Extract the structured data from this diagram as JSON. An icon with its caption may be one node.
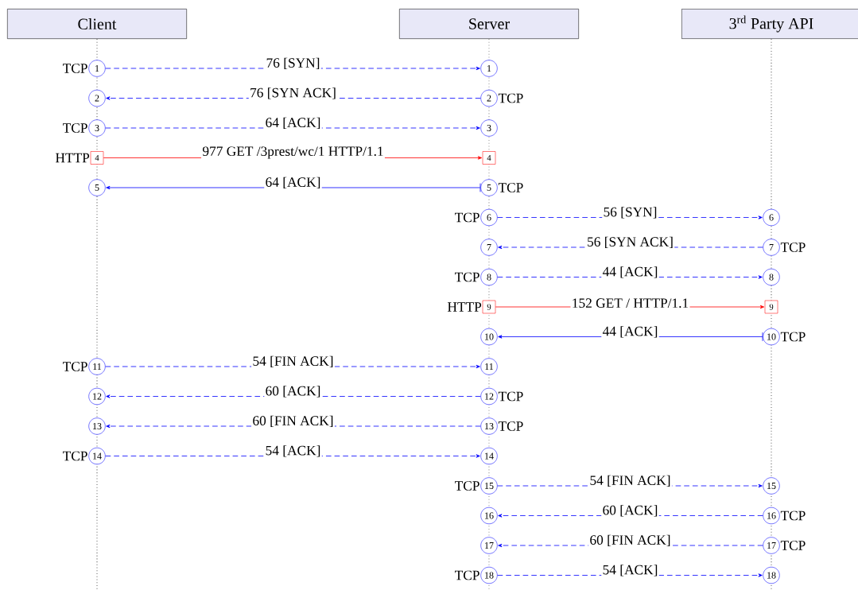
{
  "diagram": {
    "nodes": [
      {
        "text": [
          "Client"
        ]
      },
      {
        "text": [
          "Server"
        ]
      },
      {
        "text": [
          "3$^{rd}$ Party API"
        ]
      },
      {
        "text": [
          "1"
        ],
        "beside": [
          "TCP"
        ]
      },
      {
        "text": [
          "1"
        ]
      },
      {
        "text": [
          "2"
        ]
      },
      {
        "text": [
          "2"
        ],
        "beside": [
          "TCP"
        ]
      },
      {
        "text": [
          "3"
        ],
        "beside": [
          "TCP"
        ]
      },
      {
        "text": [
          "3"
        ]
      },
      {
        "text": [
          "4"
        ],
        "beside": [
          "HTTP"
        ]
      },
      {
        "text": [
          "4"
        ]
      },
      {
        "text": [
          "5"
        ]
      },
      {
        "text": [
          "5"
        ],
        "beside": [
          "TCP"
        ]
      },
      {
        "text": [
          "6"
        ],
        "beside": [
          "TCP"
        ]
      },
      {
        "text": [
          "6"
        ]
      },
      {
        "text": [
          "7"
        ]
      },
      {
        "text": [
          "7"
        ],
        "beside": [
          "TCP"
        ]
      },
      {
        "text": [
          "8"
        ],
        "beside": [
          "TCP"
        ]
      },
      {
        "text": [
          "8"
        ]
      },
      {
        "text": [
          "9"
        ],
        "beside": [
          "HTTP"
        ]
      },
      {
        "text": [
          "9"
        ]
      },
      {
        "text": [
          "10"
        ]
      },
      {
        "text": [
          "10"
        ],
        "beside": [
          "TCP"
        ]
      },
      {
        "text": [
          "11"
        ],
        "beside": [
          "TCP"
        ]
      },
      {
        "text": [
          "11"
        ]
      },
      {
        "text": [
          "12"
        ]
      },
      {
        "text": [
          "12"
        ],
        "beside": [
          "TCP"
        ]
      },
      {
        "text": [
          "13"
        ]
      },
      {
        "text": [
          "13"
        ],
        "beside": [
          "TCP"
        ]
      },
      {
        "text": [
          "14"
        ],
        "beside": [
          "TCP"
        ]
      },
      {
        "text": [
          "14"
        ]
      },
      {
        "text": [
          "15"
        ],
        "beside": [
          "TCP"
        ]
      },
      {
        "text": [
          "15"
        ]
      },
      {
        "text": [
          "16"
        ]
      },
      {
        "text": [
          "16"
        ],
        "beside": [
          "TCP"
        ]
      },
      {
        "text": [
          "17"
        ]
      },
      {
        "text": [
          "17"
        ],
        "beside": [
          "TCP"
        ]
      },
      {
        "text": [
          "18"
        ],
        "beside": [
          "TCP"
        ]
      },
      {
        "text": [
          "18"
        ]
      }
    ],
    "edges": [
      {
        "from": 3,
        "to": 4,
        "arrow": "to",
        "label": "76 [SYN]",
        "style": "dashed"
      },
      {
        "from": 6,
        "to": 5,
        "arrow": "to",
        "label": "76 [SYN ACK]",
        "style": "dashed"
      },
      {
        "from": 7,
        "to": 8,
        "arrow": "to",
        "label": "64 [ACK]",
        "style": "dashed"
      },
      {
        "from": 9,
        "to": 10,
        "arrow": "to",
        "label": "977 GET /3prest/wc/1 HTTP/1.1",
        "color": "#ff0000"
      },
      {
        "from": 12,
        "to": 11,
        "arrow": "to",
        "label": "64 [ACK]"
      },
      {
        "from": 13,
        "to": 14,
        "arrow": "to",
        "label": "56 [SYN]",
        "style": "dashed"
      },
      {
        "from": 16,
        "to": 15,
        "arrow": "to",
        "label": "56 [SYN ACK]",
        "style": "dashed"
      },
      {
        "from": 17,
        "to": 18,
        "arrow": "to",
        "label": "44 [ACK]",
        "style": "dashed"
      },
      {
        "from": 19,
        "to": 20,
        "arrow": "to",
        "label": "152 GET / HTTP/1.1",
        "color": "#ff0000"
      },
      {
        "from": 22,
        "to": 21,
        "arrow": "to",
        "label": "44 [ACK]"
      },
      {
        "from": 23,
        "to": 24,
        "arrow": "to",
        "label": "54 [FIN ACK]",
        "style": "dashed"
      },
      {
        "from": 26,
        "to": 25,
        "arrow": "to",
        "label": "60 [ACK]",
        "style": "dashed"
      },
      {
        "from": 28,
        "to": 27,
        "arrow": "to",
        "label": "60 [FIN ACK]",
        "style": "dashed"
      },
      {
        "from": 29,
        "to": 30,
        "arrow": "to",
        "label": "54 [ACK]",
        "style": "dashed"
      },
      {
        "from": 31,
        "to": 32,
        "arrow": "to",
        "label": "54 [FIN ACK]",
        "style": "dashed"
      },
      {
        "from": 34,
        "to": 33,
        "arrow": "to",
        "label": "60 [ACK]",
        "style": "dashed"
      },
      {
        "from": 36,
        "to": 35,
        "arrow": "to",
        "label": "60 [FIN ACK]",
        "style": "dashed"
      },
      {
        "from": 37,
        "to": 38,
        "arrow": "to",
        "label": "54 [ACK]",
        "style": "dashed"
      }
    ]
  }
}
